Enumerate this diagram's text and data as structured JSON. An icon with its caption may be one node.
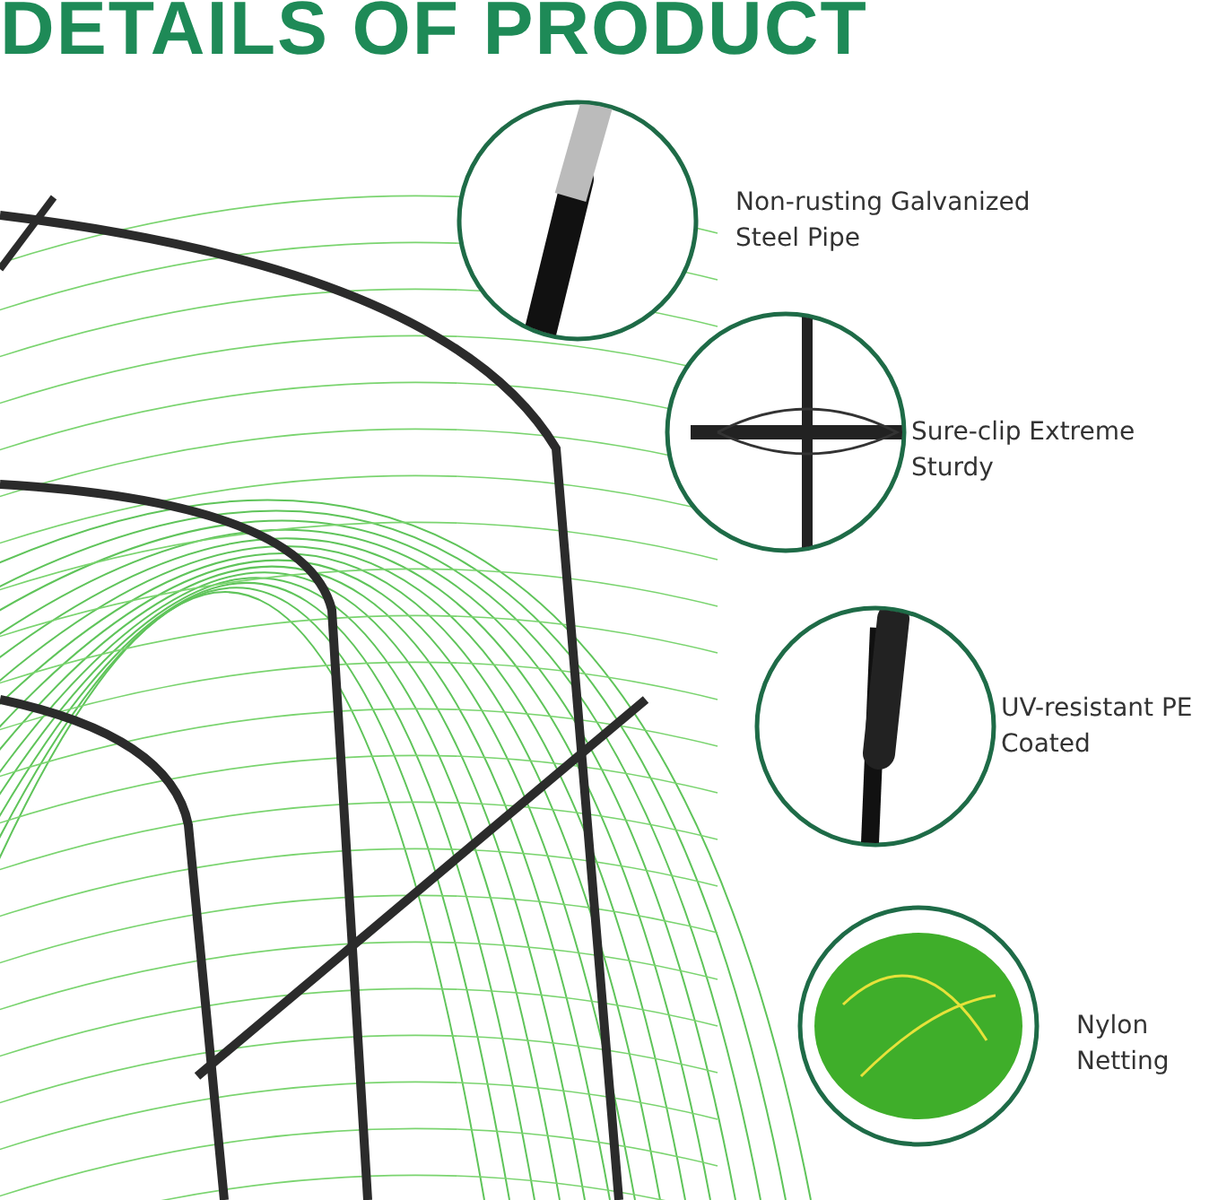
{
  "diagram": {
    "title": "DETAILS OF PRODUCT",
    "labels": [
      "Non-rusting Galvanized Steel Pipe",
      "Sure-clip Extreme Sturdy",
      "UV-resistant PE Coated",
      "Nylon Netting"
    ]
  }
}
